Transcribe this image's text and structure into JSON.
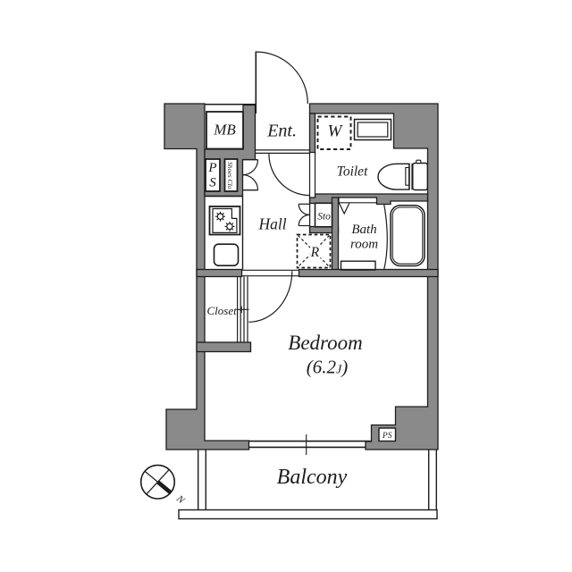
{
  "plan": {
    "rooms": {
      "entrance": {
        "label": "Ent."
      },
      "meter_box": {
        "label": "MB"
      },
      "pipe_space_upper": {
        "line1": "P",
        "line2": "S"
      },
      "shoe_closet": {
        "label": "Shoes Clo"
      },
      "washer_space": {
        "label": "W"
      },
      "toilet": {
        "label": "Toilet"
      },
      "hall": {
        "label": "Hall"
      },
      "storage": {
        "label": "Sto"
      },
      "bathroom": {
        "line1": "Bath",
        "line2": "room"
      },
      "refrigerator_space": {
        "label": "R"
      },
      "closet": {
        "label": "Closet"
      },
      "bedroom": {
        "label": "Bedroom",
        "size_prefix": "(6.2",
        "size_unit": "J",
        "size_suffix": ")"
      },
      "pipe_space_lower": {
        "label": "PS"
      },
      "balcony": {
        "label": "Balcony"
      }
    },
    "compass": {
      "north_label": "N"
    },
    "colors": {
      "wall_fill": "#8a8a8a",
      "line": "#1c1c1c",
      "background": "#ffffff"
    }
  }
}
